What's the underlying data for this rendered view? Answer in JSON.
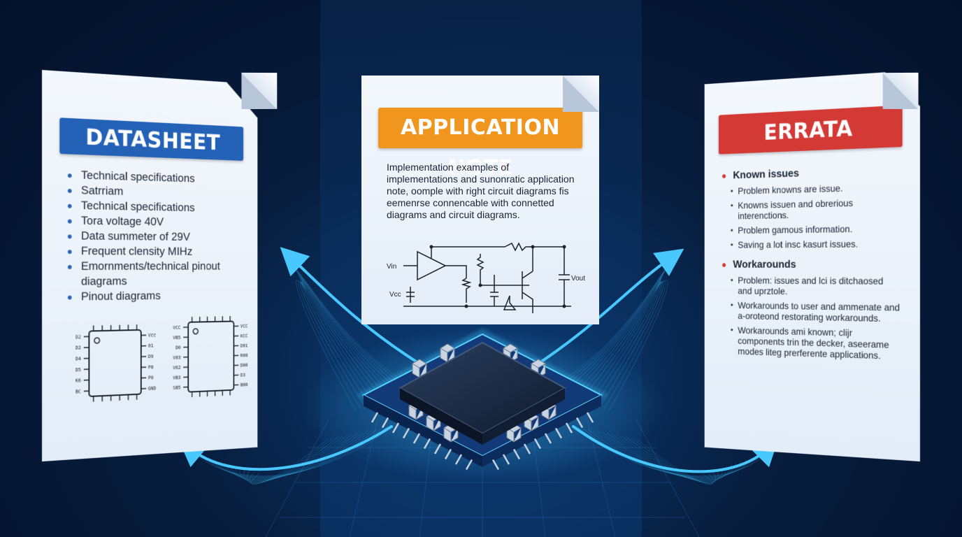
{
  "datasheet": {
    "title": "DATASHEET",
    "color": "#2462b8",
    "items": [
      "Technical specifications",
      "Satrriam",
      "Technical specifications",
      "Tora voltage 40V",
      "Data summeter of 29V",
      "Frequent clensity MIHz",
      "Emornments/technical pinout diagrams",
      "Pinout diagrams"
    ],
    "chip1_pins_left": [
      "D2",
      "D2",
      "D4",
      "D5",
      "K6",
      "BC"
    ],
    "chip1_pins_right": [
      "Vcc",
      "01",
      "D9",
      "P8",
      "P0",
      "GND"
    ],
    "chip2_pins_left": [
      "VCC",
      "VB5",
      "D0",
      "V03",
      "V62",
      "VB3",
      "SB5"
    ],
    "chip2_pins_right": [
      "VCC",
      "KCC",
      "D01",
      "R00",
      "D00",
      "D3",
      "B00"
    ]
  },
  "appnote": {
    "title": "APPLICATION NOTE",
    "color": "#f0961e",
    "text": "Implementation examples of implementations and sunonratic application note, oomple with right circuit diagrams ﬁs eemenrse connencable with connetted diagrams and circuit diagrams.",
    "label_vin": "Vin",
    "label_vcc": "Vcc",
    "label_vout": "Vout"
  },
  "errata": {
    "title": "ERRATA",
    "color": "#d43a35",
    "heading1": "Known issues",
    "items1": [
      "Problem knowns are issue.",
      "Knowns issuen and obrerious interenctions.",
      "Problem gamous information.",
      "Saving a lot insc kasurt issues."
    ],
    "heading2": "Workarounds",
    "items2": [
      "Problem: issues and lci is ditchaosed and uprztole.",
      "Workarounds to user and ammenate and a-oroteond restorating workarounds.",
      "Workarounds ami known; clijr components trin the decker, aseerame modes liteg prerferente applications."
    ]
  },
  "colors": {
    "glow": "#3fc4ff",
    "chip": "#1a2c47"
  }
}
